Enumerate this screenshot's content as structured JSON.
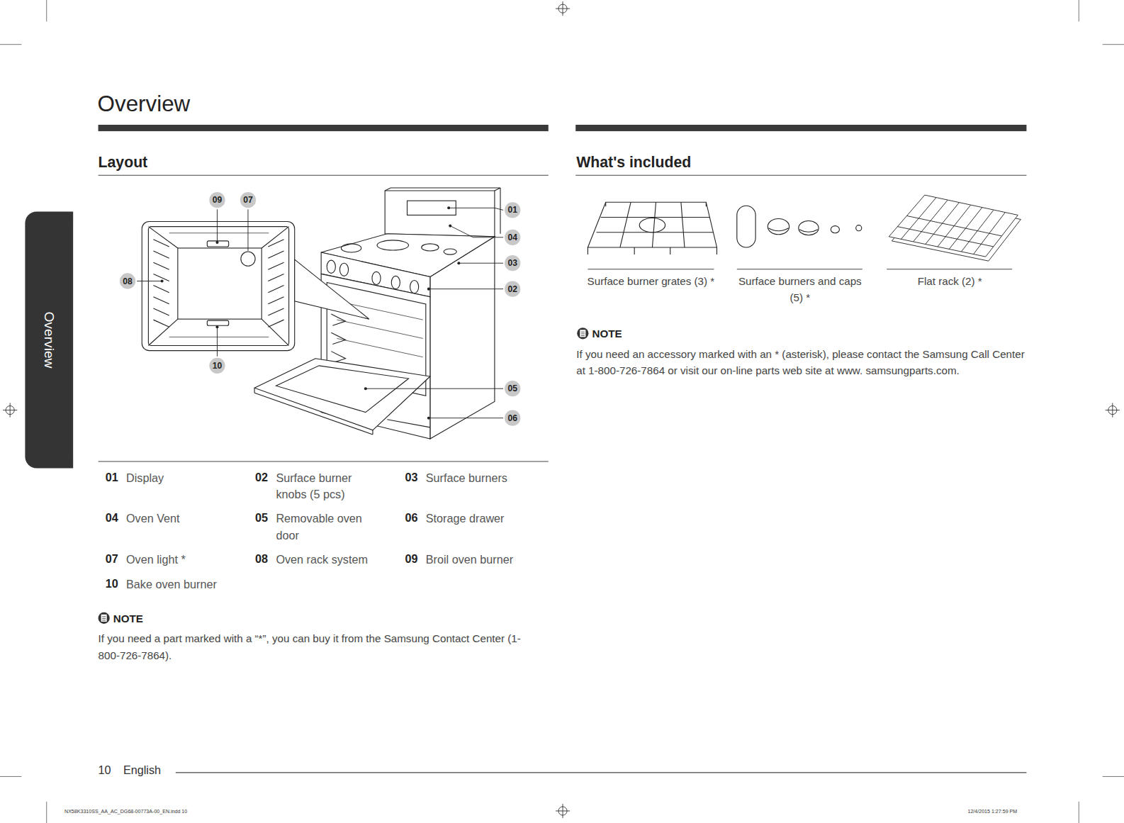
{
  "diagram": {
    "title": "Overview",
    "nodes": [
      {
        "text": [
          "09"
        ]
      },
      {
        "text": [
          "07"
        ]
      },
      {
        "text": [
          "01"
        ]
      },
      {
        "text": [
          "04"
        ]
      },
      {
        "text": [
          "03"
        ]
      },
      {
        "text": [
          "08"
        ]
      },
      {
        "text": [
          "02"
        ]
      },
      {
        "text": [
          "Overview"
        ]
      },
      {
        "text": [
          "10"
        ]
      },
      {
        "text": [
          "05"
        ]
      },
      {
        "text": [
          "06"
        ]
      }
    ],
    "labels": [
      "Layout",
      "What's included",
      "Surface burner grates (3) *",
      "Surface burners and caps (5) *",
      "Flat rack (2) *",
      "NOTE",
      "If you need an accessory marked with an * (asterisk), please contact the Samsung Call Center at 1-800-726-7864 or visit our on-line parts web site at www. samsungparts.com.",
      "01",
      "Display",
      "02",
      "Surface burner knobs (5 pcs)",
      "03",
      "Surface burners",
      "04",
      "Oven Vent",
      "05",
      "Removable oven door",
      "06",
      "Storage drawer",
      "07",
      "Oven light *",
      "08",
      "Oven rack system",
      "09",
      "Broil oven burner",
      "10",
      "Bake oven burner",
      "NOTE",
      "If you need a part marked with a “*”, you can buy it from the Samsung Contact Center (1-800-726-7864).",
      "10",
      "English",
      "NX58K3310SS_AA_AC_DG68-00773A-00_EN.indd 10",
      "12/4/2015 1:27:59 PM"
    ]
  }
}
